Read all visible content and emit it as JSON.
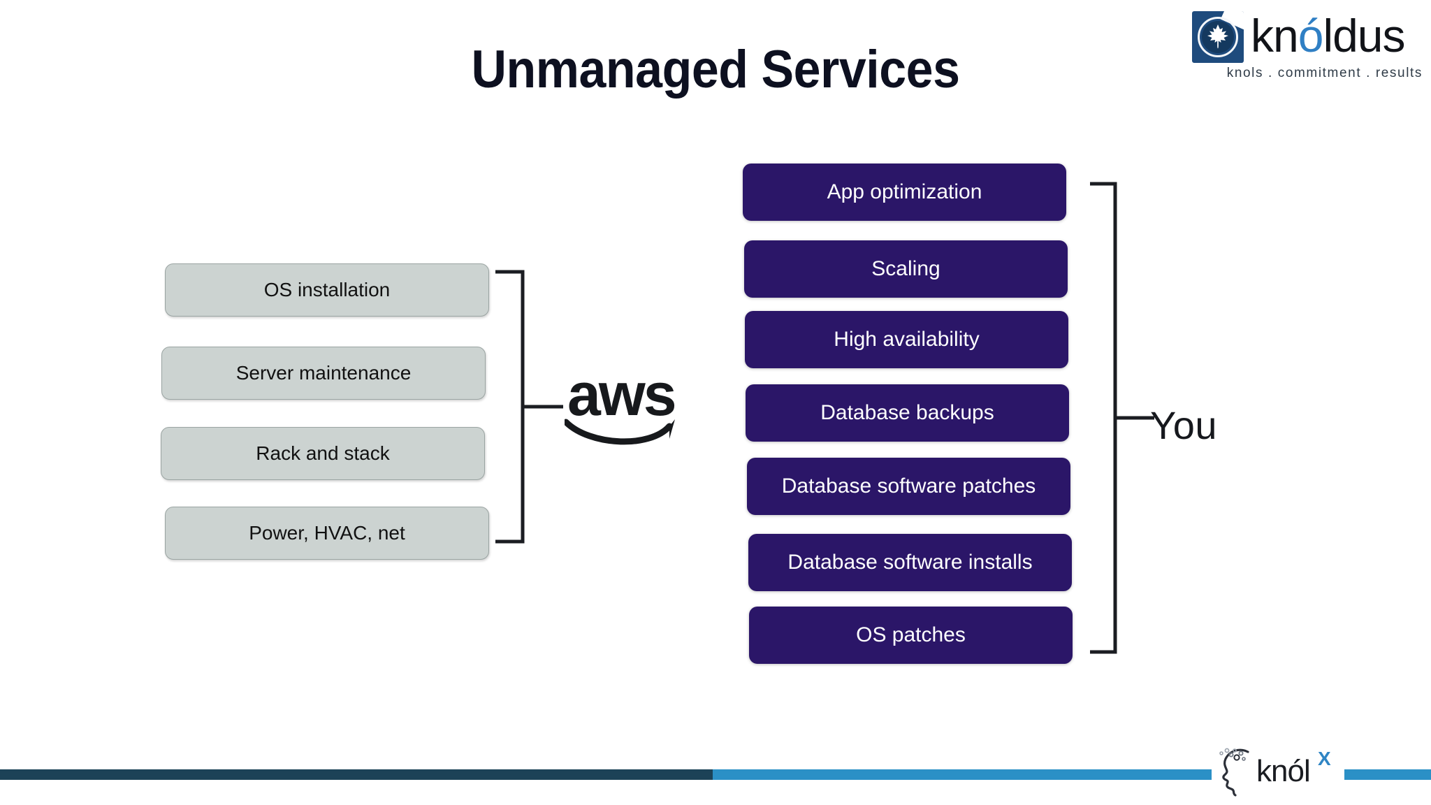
{
  "slide": {
    "title": "Unmanaged Services",
    "background_color": "#ffffff"
  },
  "brand_top": {
    "name": "knoldus",
    "name_part1": "kn",
    "name_accent": "ó",
    "name_part2": "ldus",
    "tagline": "knols . commitment . results",
    "mark_color": "#1e4b7d",
    "accent_color": "#2f7fc4",
    "icon": "knoldus-maple-leaf-icon"
  },
  "brand_bottom": {
    "name": "knolX",
    "word": "knól",
    "superscript": "X",
    "accent_color": "#2f85c4",
    "icon": "knolx-head-thought-icon"
  },
  "aws": {
    "label": "aws",
    "icon": "aws-smile-icon",
    "color": "#17191c"
  },
  "left_group": {
    "label": "aws",
    "bracket_color": "#1b1d22",
    "box_fill": "#ccd3d1",
    "box_border": "#9aa4a2",
    "text_color": "#111111",
    "items": [
      {
        "label": "OS installation"
      },
      {
        "label": "Server maintenance"
      },
      {
        "label": "Rack and stack"
      },
      {
        "label": "Power, HVAC, net"
      }
    ]
  },
  "right_group": {
    "label": "You",
    "bracket_color": "#1b1d22",
    "box_fill": "#2b1668",
    "text_color": "#ffffff",
    "items": [
      {
        "label": "App optimization"
      },
      {
        "label": "Scaling"
      },
      {
        "label": "High availability"
      },
      {
        "label": "Database backups"
      },
      {
        "label": "Database software patches"
      },
      {
        "label": "Database software installs"
      },
      {
        "label": "OS patches"
      }
    ]
  },
  "footer": {
    "bar_dark_color": "#1c4257",
    "bar_light_color": "#2b90c6"
  }
}
